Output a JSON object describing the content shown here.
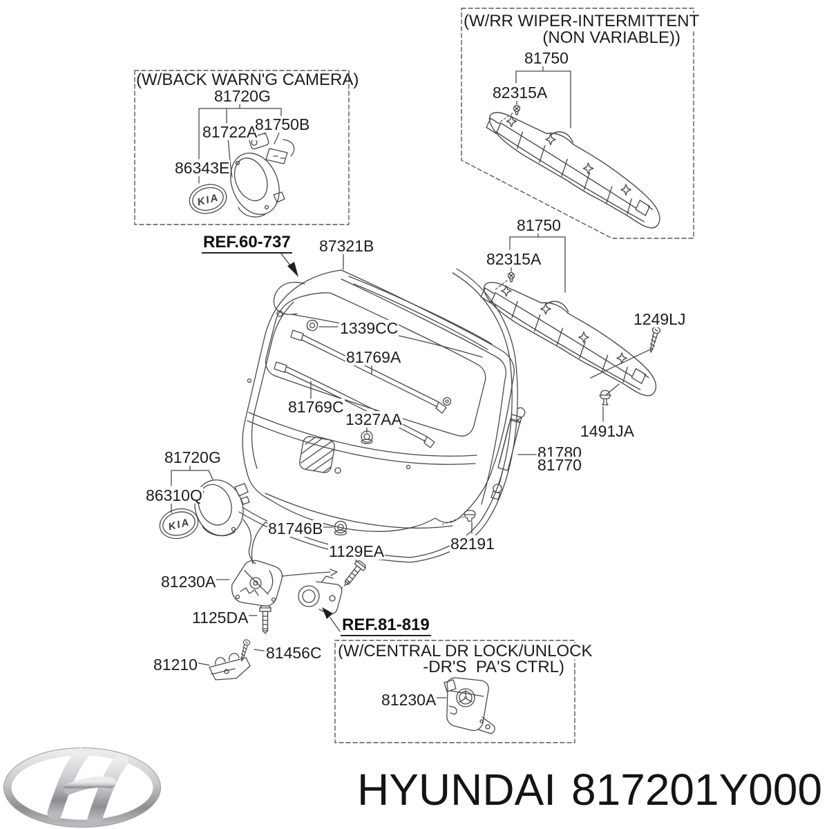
{
  "boxes": {
    "back_camera": {
      "title": "(W/BACK WARN'G CAMERA)"
    },
    "rr_wiper": {
      "title_line1": "(W/RR WIPER-INTERMITTENT",
      "title_line2": "(NON VARIABLE))"
    },
    "central_lock": {
      "title_line1": "(W/CENTRAL DR LOCK/UNLOCK",
      "title_line2": "-DR'S  PA'S CTRL)"
    }
  },
  "refs": {
    "body_ref": "REF.60-737",
    "lock_ref": "REF.81-819"
  },
  "parts": {
    "81720G": "81720G",
    "81722A": "81722A",
    "81750B": "81750B",
    "86343E": "86343E",
    "81750": "81750",
    "82315A": "82315A",
    "1249LJ": "1249LJ",
    "1491JA": "1491JA",
    "87321B": "87321B",
    "1339CC": "1339CC",
    "81769A": "81769A",
    "81769C": "81769C",
    "1327AA": "1327AA",
    "81780": "81780",
    "81770": "81770",
    "82191": "82191",
    "86310Q": "86310Q",
    "81746B": "81746B",
    "81230A": "81230A",
    "1129EA": "1129EA",
    "1125DA": "1125DA",
    "81210": "81210",
    "81456C": "81456C"
  },
  "emblem": {
    "kia": "KIA"
  },
  "footer": {
    "brand": "HYUNDAI",
    "part_number": "817201Y000"
  },
  "colors": {
    "line": "#474747",
    "text": "#1c1c1c",
    "background": "#ffffff"
  }
}
